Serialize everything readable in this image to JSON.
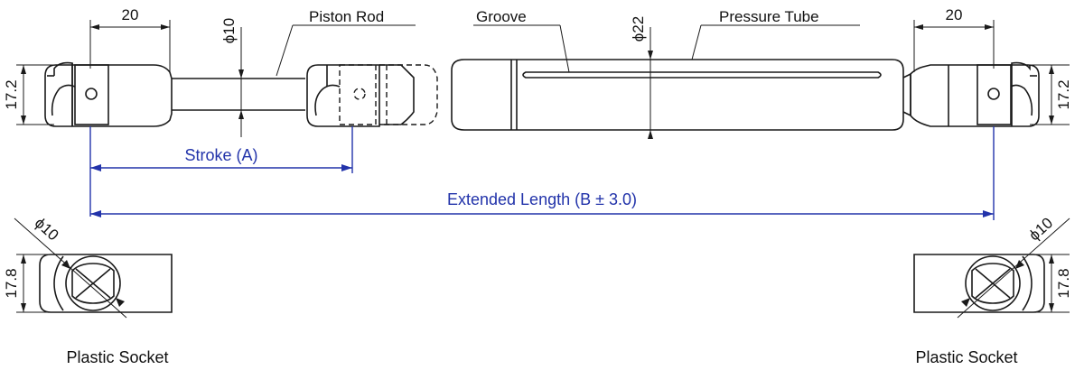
{
  "labels": {
    "piston_rod": "Piston Rod",
    "groove": "Groove",
    "pressure_tube": "Pressure Tube",
    "stroke": "Stroke (A)",
    "extended_length": "Extended Length (B ± 3.0)",
    "plastic_socket_left": "Plastic Socket",
    "plastic_socket_right": "Plastic Socket"
  },
  "dimensions": {
    "socket_width_left": "20",
    "socket_width_right": "20",
    "rod_diameter": "ϕ10",
    "tube_diameter": "ϕ22",
    "socket_height_left": "17.2",
    "socket_height_right": "17.2",
    "side_height_left": "17.8",
    "side_height_right": "17.8",
    "side_diameter_left": "ϕ10",
    "side_diameter_right": "ϕ10"
  },
  "colors": {
    "line": "#1a1a1a",
    "dimension_blue": "#2233aa"
  }
}
